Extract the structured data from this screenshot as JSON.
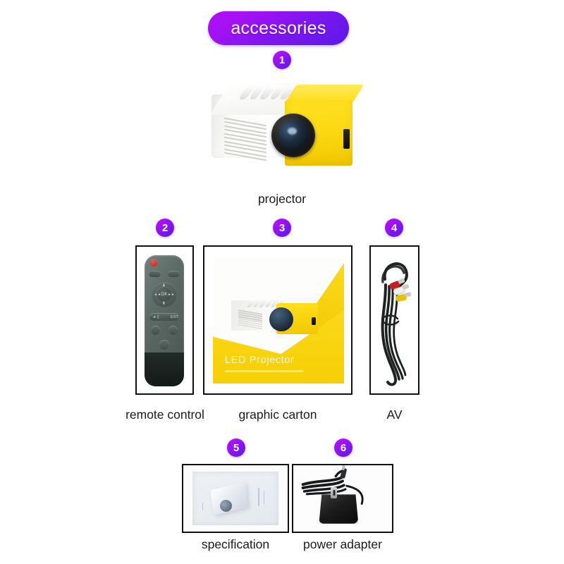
{
  "header": {
    "title": "accessories",
    "pill_gradient_from": "#b50ff7",
    "pill_gradient_to": "#5a1ae9",
    "text_color": "#ffffff"
  },
  "badge_style": {
    "gradient_from": "#c20ff8",
    "gradient_to": "#5a1ae9",
    "text_color": "#ffffff"
  },
  "background_color": "#ffffff",
  "caption_color": "#1b1b1b",
  "items": [
    {
      "number": "1",
      "label": "projector",
      "framed": false
    },
    {
      "number": "2",
      "label": "remote control",
      "framed": true
    },
    {
      "number": "3",
      "label": "graphic carton",
      "framed": true
    },
    {
      "number": "4",
      "label": "AV",
      "framed": true
    },
    {
      "number": "5",
      "label": "specification",
      "framed": true
    },
    {
      "number": "6",
      "label": "power adapter",
      "framed": true
    }
  ],
  "product_colors": {
    "projector_body": "#ffffff",
    "projector_front": "#fcd913",
    "lens": "#0a0a0a",
    "remote_body": "#5d6b67",
    "remote_power_button": "#c8201c",
    "cable_black": "#1a1a1a",
    "rca_red": "#cc1f22",
    "rca_white": "#f2f2ef",
    "rca_yellow": "#e8c408",
    "adapter_black": "#141414"
  },
  "carton": {
    "title": "LED Projector",
    "panel_white": "#fdfdfc",
    "panel_yellow": "#f5cf06"
  }
}
